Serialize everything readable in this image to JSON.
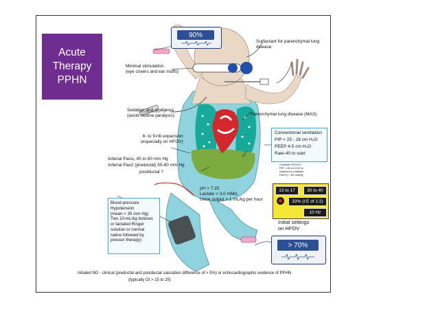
{
  "title": {
    "line1": "Acute",
    "line2": "Therapy",
    "line3": "PPHN"
  },
  "monitor_top": {
    "reading": "90%"
  },
  "monitor_bottom": {
    "reading": "> 70%"
  },
  "labels": {
    "surfactant": "Surfactant for parenchymal lung\ndisease",
    "stimulation": "Minimal stimulation\n(eye covers and ear muffs)",
    "sedation": "Sedation and analgesia\n(avoid routine paralysis)",
    "parenchymal": "Parenchymal lung disease (MAS)",
    "rib_expansion": "8- to 9-rib expansion\n(especially on HFOV)",
    "paco2": "Arterial Paco₂ 45 to 60 mm Hg",
    "pao2": "Arterial Pao2 (preductal) 55-80 mm Hg",
    "postductal": "postductal ?",
    "targets": "pH > 7.25\nLactate < 3.0 mM/L\nUrine output > 1 mL/kg per hour",
    "consider_hfov": "Consider HFOV if\nPIP > 28 cm H₂O is\nrequired to maintain\nPaCO₂ < 60 mmHg",
    "initial_settings": "Initial settings\non HFOV",
    "inhaled_no": "Inhaled NO - clinical (preductal and postductal  saturation difference of > 5%) or echocardiographic evidence of PPHN",
    "oi": "(typically OI > 15 to 25)",
    "scale": "5cm"
  },
  "ventilation": {
    "title": "Conventional ventilation",
    "pip": "PIP < 25 - 28 cm H₂O",
    "peep": "PEEP 4-5 cm H₂O",
    "rate": "Rate-40 to start"
  },
  "hfov": {
    "v1": "13 to 17",
    "v2": "30 to 40",
    "v3": "33% (I:E of 1:2)",
    "v4": "10 Hz"
  },
  "blood_pressure": "Blood pressure\nHypotension\n(mean < 35 mm Hg)\nTwo 10-mL/kg boluses\nor lactated Ringer\nsolution or normal\nsaline followed by\npressor therapy)",
  "colors": {
    "title_bg": "#6f2e8f",
    "baby_skin": "#e9d8c5",
    "baby_body": "#8fd3de",
    "lung": "#17a99a",
    "liver": "#7cab3f",
    "heart": "#d4272b",
    "monitor_screen": "#2c4f96",
    "hfov_panel": "#f7e735",
    "box_border": "#3aa7d8"
  }
}
